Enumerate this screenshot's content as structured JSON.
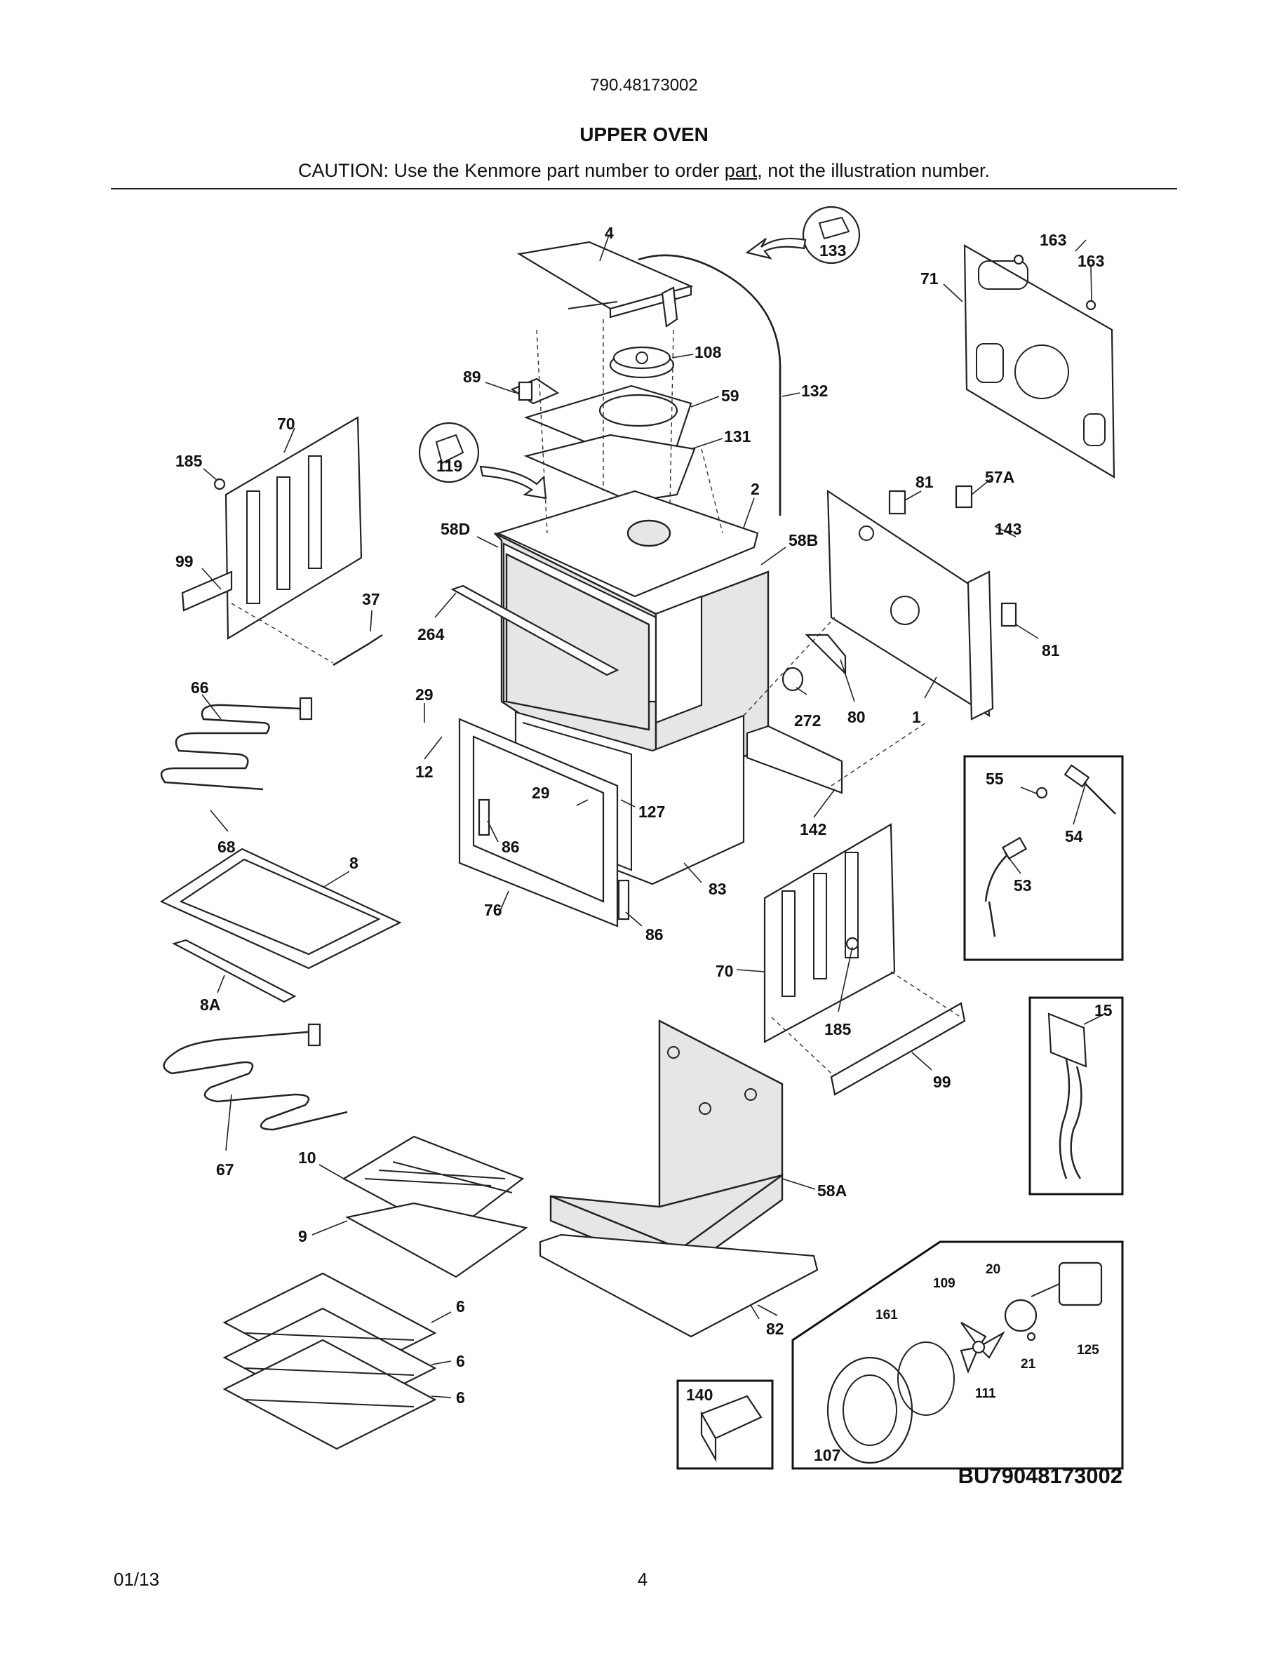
{
  "header": {
    "model_number": "790.48173002",
    "section_title": "UPPER OVEN",
    "caution_before": "CAUTION: Use the Kenmore part number to order ",
    "caution_link": "part",
    "caution_after": ", not the illustration number."
  },
  "diagram": {
    "callouts": [
      "4",
      "133",
      "163",
      "163",
      "71",
      "108",
      "89",
      "59",
      "132",
      "70",
      "185",
      "119",
      "131",
      "2",
      "81",
      "57A",
      "58D",
      "58B",
      "143",
      "99",
      "37",
      "264",
      "66",
      "29",
      "81",
      "272",
      "80",
      "1",
      "12",
      "29",
      "127",
      "55",
      "54",
      "68",
      "86",
      "142",
      "8",
      "53",
      "83",
      "76",
      "86",
      "70",
      "185",
      "8A",
      "15",
      "99",
      "67",
      "10",
      "58A",
      "9",
      "109",
      "20",
      "161",
      "6",
      "82",
      "125",
      "21",
      "6",
      "111",
      "6",
      "140",
      "107"
    ],
    "document_id": "BU79048173002"
  },
  "footer": {
    "date": "01/13",
    "page_number": "4"
  }
}
